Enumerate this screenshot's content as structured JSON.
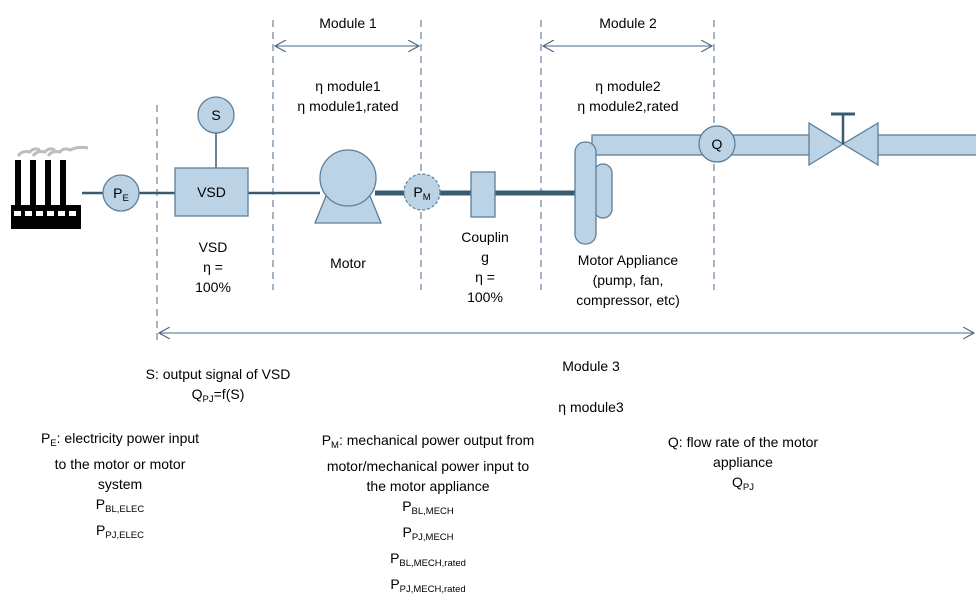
{
  "colors": {
    "fill": "#bcd3e5",
    "stroke": "#5b7f9b",
    "line": "#3a5a70",
    "dashed": "#4a6a8a",
    "arrow": "#4a6a8a",
    "factory": "#000000",
    "smoke": "#bdbdbd"
  },
  "modules": {
    "m1": {
      "title": "Module 1",
      "eff": "η module1",
      "eff_rated": "η module1,rated"
    },
    "m2": {
      "title": "Module 2",
      "eff": "η module2",
      "eff_rated": "η module2,rated"
    },
    "m3": {
      "title": "Module 3",
      "eff": "η module3"
    }
  },
  "nodes": {
    "pe": {
      "main": "P",
      "sub": "E"
    },
    "vsd": "VSD",
    "s": "S",
    "pm": {
      "main": "P",
      "sub": "M"
    },
    "q": "Q"
  },
  "captions": {
    "vsd": [
      "VSD",
      "η =",
      "100%"
    ],
    "motor": "Motor",
    "coupling": [
      "Couplin",
      "g",
      "η =",
      "100%"
    ],
    "appliance": [
      "Motor Appliance",
      "(pump, fan,",
      "compressor, etc)"
    ]
  },
  "notes": {
    "s": {
      "line1": "S: output signal of VSD",
      "q_main": "Q",
      "q_sub": "PJ",
      "q_rest": "=f(S)"
    },
    "pe": {
      "head_main": "P",
      "head_sub": "E",
      "line1": ": electricity power input",
      "line2": "to the motor or motor",
      "line3": "system",
      "v1_main": "P",
      "v1_sub": "BL,ELEC",
      "v2_main": "P",
      "v2_sub": "PJ,ELEC"
    },
    "pm": {
      "head_main": "P",
      "head_sub": "M",
      "line1": ": mechanical power output from",
      "line2": "motor/mechanical power input to",
      "line3": "the motor appliance",
      "v1_main": "P",
      "v1_sub": "BL,MECH",
      "v2_main": "P",
      "v2_sub": "PJ,MECH",
      "v3_main": "P",
      "v3_sub": "BL,MECH,rated",
      "v4_main": "P",
      "v4_sub": "PJ,MECH,rated"
    },
    "q": {
      "line1": "Q: flow rate of the motor",
      "line2": "appliance",
      "v_main": "Q",
      "v_sub": "PJ"
    }
  }
}
